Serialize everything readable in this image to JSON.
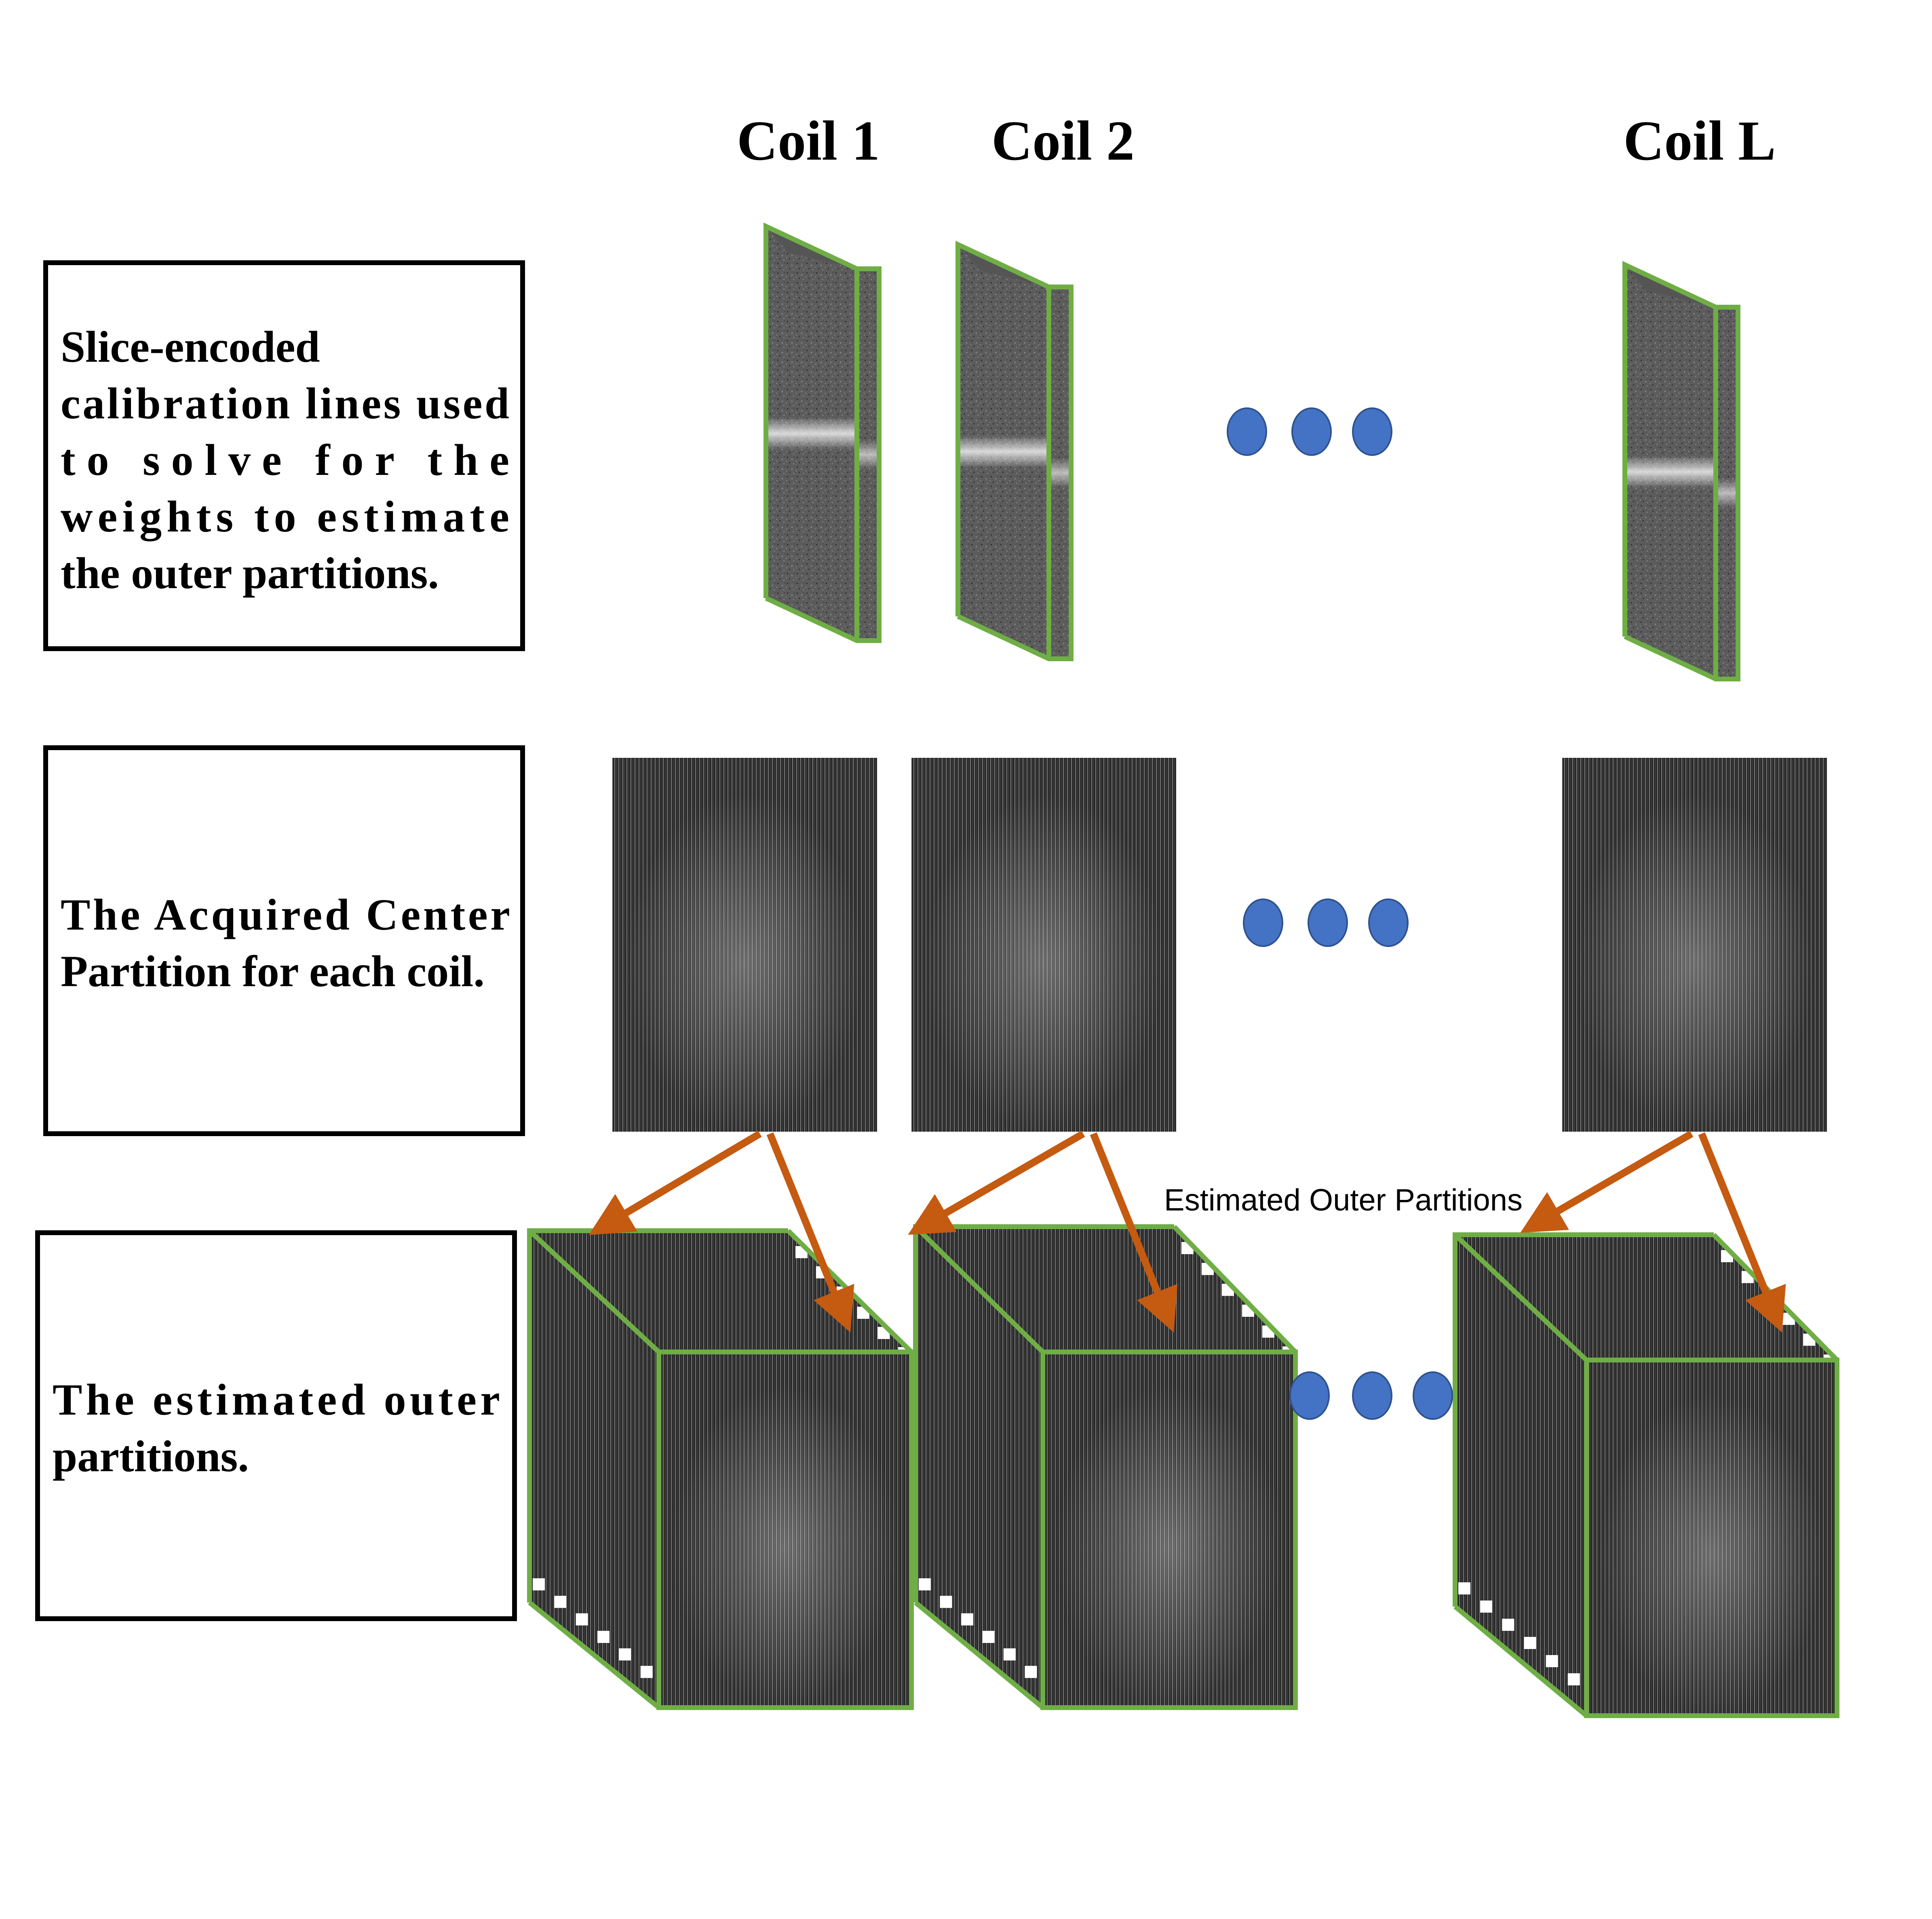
{
  "coils": [
    {
      "label": "Coil 1"
    },
    {
      "label": "Coil 2"
    },
    {
      "label": "Coil L"
    }
  ],
  "rows": [
    {
      "label_lines": [
        "Slice-encoded",
        "calibration lines used",
        "to solve for the",
        "weights to estimate",
        "the outer partitions."
      ]
    },
    {
      "label_lines": [
        "The Acquired Center",
        "Partition for each coil."
      ]
    },
    {
      "label_lines": [
        "The estimated outer",
        "partitions."
      ]
    }
  ],
  "annotation": "Estimated Outer Partitions",
  "colors": {
    "frame_green": "#6fae45",
    "arrow_orange": "#c55a11",
    "dot_blue": "#4472c4",
    "kspace_dark": "#262626",
    "box_border": "#000000"
  },
  "ellipsis_dot_count": 3
}
